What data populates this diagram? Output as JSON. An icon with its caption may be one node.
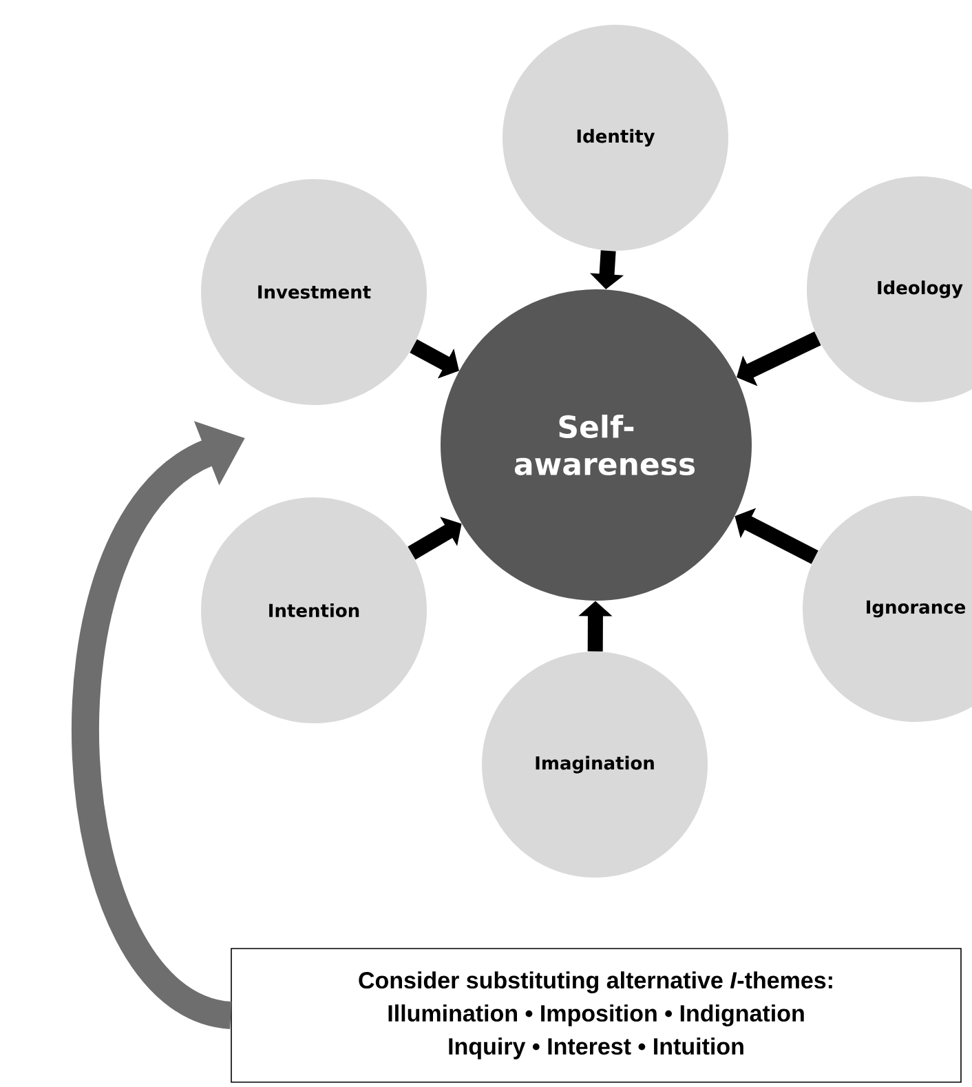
{
  "diagram": {
    "nodes": [
      {
        "text": [
          "Self-awareness"
        ]
      },
      {
        "text": [
          "Identity"
        ]
      },
      {
        "text": [
          "Ideology"
        ]
      },
      {
        "text": [
          "Ignorance"
        ]
      },
      {
        "text": [
          "Imagination"
        ]
      },
      {
        "text": [
          "Intention"
        ]
      },
      {
        "text": [
          "Investment"
        ]
      },
      {
        "text": [
          "Consider substituting alternative *I*-themes:",
          "Illumination • Imposition • Indignation",
          "Inquiry • Interest • Intuition"
        ]
      }
    ],
    "edges": [
      {
        "from": 1,
        "to": 0,
        "arrow": "to"
      },
      {
        "from": 2,
        "to": 0,
        "arrow": "to"
      },
      {
        "from": 3,
        "to": 0,
        "arrow": "to"
      },
      {
        "from": 4,
        "to": 0,
        "arrow": "to"
      },
      {
        "from": 5,
        "to": 0,
        "arrow": "to"
      },
      {
        "from": 6,
        "to": 0,
        "arrow": "to"
      },
      {
        "from": 7,
        "to": null,
        "arrow": "to",
        "style": "thick",
        "color": "#6e6e6e"
      }
    ]
  }
}
